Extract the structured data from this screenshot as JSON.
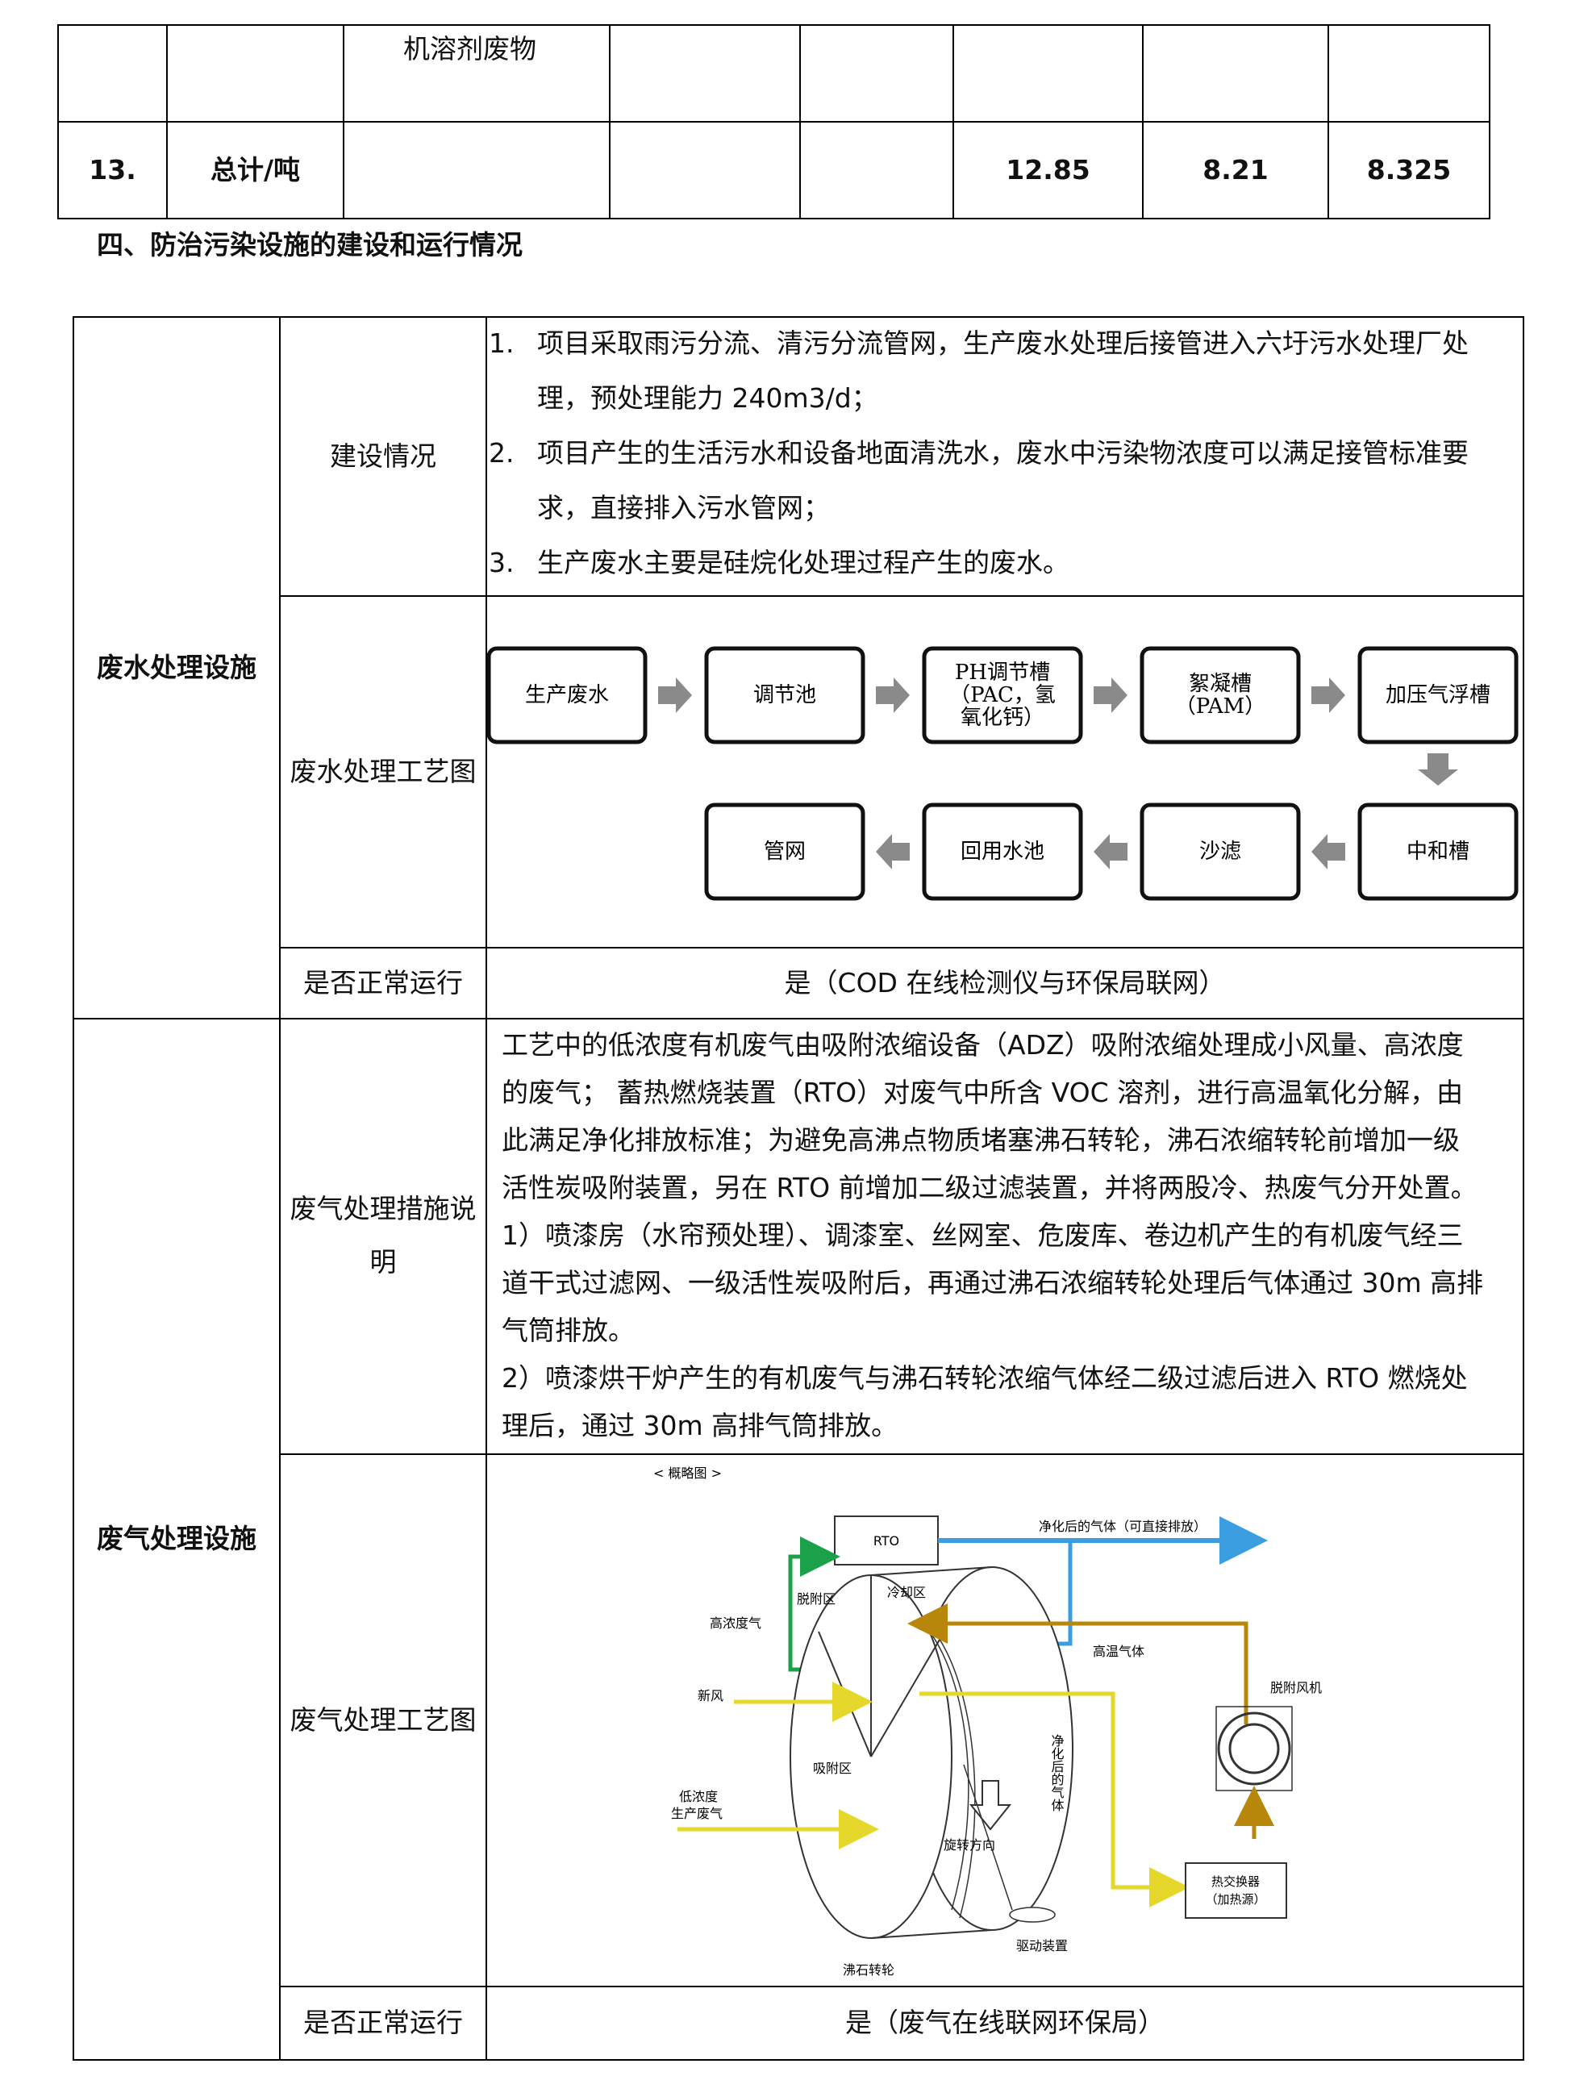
{
  "top_table": {
    "row1": {
      "item": "机溶剂废物"
    },
    "row2": {
      "index": "13.",
      "label": "总计/吨",
      "v1": "12.85",
      "v2": "8.21",
      "v3": "8.325"
    }
  },
  "section_heading": "四、防治污染设施的建设和运行情况",
  "wastewater": {
    "category": "废水处理设施",
    "build_label": "建设情况",
    "build_items": [
      {
        "num": "1.",
        "line1": "项目采取雨污分流、清污分流管网，生产废水处理后接管进入六圩污水处理厂处",
        "line2": "理，预处理能力 240m3/d；"
      },
      {
        "num": "2.",
        "line1": "项目产生的生活污水和设备地面清洗水，废水中污染物浓度可以满足接管标准要",
        "line2": "求，直接排入污水管网；"
      },
      {
        "num": "3.",
        "line1": "生产废水主要是硅烷化处理过程产生的废水。",
        "line2": ""
      }
    ],
    "process_label": "废水处理工艺图",
    "process": {
      "row1": [
        "生产废水",
        "调节池",
        "PH调节槽（PAC，氢氧化钙）",
        "絮凝槽（PAM）",
        "加压气浮槽"
      ],
      "row1_display": [
        [
          "生产废水"
        ],
        [
          "调节池"
        ],
        [
          "PH调节槽",
          "（PAC，氢",
          "氧化钙）"
        ],
        [
          "絮凝槽",
          "（PAM）"
        ],
        [
          "加压气浮槽"
        ]
      ],
      "row2": [
        "管网",
        "回用水池",
        "沙滤",
        "中和槽"
      ]
    },
    "run_label": "是否正常运行",
    "run_value": "是（COD 在线检测仪与环保局联网）"
  },
  "exhaust": {
    "category": "废气处理设施",
    "desc_label_line1": "废气处理措施说",
    "desc_label_line2": "明",
    "desc_lines": [
      "工艺中的低浓度有机废气由吸附浓缩设备（ADZ）吸附浓缩处理成小风量、高浓度",
      "的废气；  蓄热燃烧装置（RTO）对废气中所含 VOC 溶剂，进行高温氧化分解，由",
      "此满足净化排放标准；为避免高沸点物质堵塞沸石转轮，沸石浓缩转轮前增加一级",
      "活性炭吸附装置，另在 RTO 前增加二级过滤装置，并将两股冷、热废气分开处置。",
      "1）喷漆房（水帘预处理）、调漆室、丝网室、危废库、卷边机产生的有机废气经三",
      "道干式过滤网、一级活性炭吸附后，再通过沸石浓缩转轮处理后气体通过 30m 高排",
      "气筒排放。",
      "2）喷漆烘干炉产生的有机废气与沸石转轮浓缩气体经二级过滤后进入 RTO 燃烧处",
      "理后，通过 30m 高排气筒排放。"
    ],
    "process_label": "废气处理工艺图",
    "diagram": {
      "title": "< 概略图 >",
      "rto": "RTO",
      "clean_gas": "净化后的气体（可直接排放）",
      "desorb_zone": "脱附区",
      "cool_zone": "冷却区",
      "high_conc": "高浓度气",
      "high_temp": "高温气体",
      "desorb_fan": "脱附风机",
      "fresh_air": "新风",
      "adsorb_zone": "吸附区",
      "clean_vertical": "净化后的气体",
      "low_conc_1": "低浓度",
      "low_conc_2": "生产废气",
      "rotation": "旋转方向",
      "heat_ex_1": "热交换器",
      "heat_ex_2": "（加热源）",
      "drive": "驱动装置",
      "zeolite": "沸石转轮",
      "colors": {
        "green": "#1aa14a",
        "blue": "#3a9ee0",
        "yellow": "#f2e93c",
        "brown": "#b8860b"
      }
    },
    "run_label": "是否正常运行",
    "run_value": "是（废气在线联网环保局）"
  }
}
